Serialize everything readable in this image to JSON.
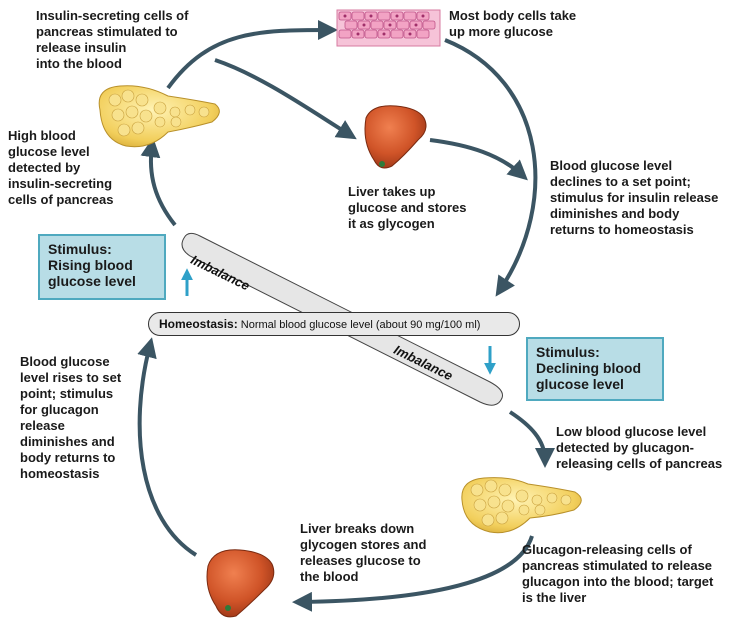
{
  "labels": {
    "insulin_secreting": "Insulin-secreting cells of\npancreas stimulated to\nrelease insulin\ninto the blood",
    "body_cells": "Most body cells take\nup more glucose",
    "high_glucose": "High blood\nglucose level\ndetected by\ninsulin-secreting\ncells of pancreas",
    "liver_takes_up": "Liver takes up\nglucose and stores\nit as glycogen",
    "declines": "Blood glucose level\ndeclines to a set point;\nstimulus for insulin release\ndiminishes and body\nreturns to homeostasis",
    "rises": "Blood glucose\nlevel rises to set\npoint; stimulus\nfor glucagon\nrelease\ndiminishes and\nbody returns to\nhomeostasis",
    "low_glucose": "Low blood glucose level\ndetected by glucagon-\nreleasing cells of pancreas",
    "liver_breaks_down": "Liver breaks down\nglycogen stores and\nreleases glucose to\nthe blood",
    "glucagon_releasing": "Glucagon-releasing cells of\npancreas stimulated to release\nglucagon into the blood; target\nis the liver"
  },
  "stimulus_rising": "Stimulus:\nRising blood\nglucose level",
  "stimulus_declining": "Stimulus:\nDeclining blood\nglucose level",
  "homeostasis": {
    "title": "Homeostasis:",
    "text": " Normal blood glucose level (about 90 mg/100 ml)"
  },
  "imbalance_top": "Imbalance",
  "imbalance_bottom": "Imbalance",
  "colors": {
    "arrow": "#3b5563",
    "stimulus_arrow": "#2fa0c8",
    "stimulus_fill": "#b8dde6",
    "stimulus_border": "#4fa9bf",
    "liver": "#c8502a",
    "pancreas": "#f3d46a",
    "cells": "#f2a3c4"
  },
  "icons": [
    "pancreas-icon",
    "liver-icon",
    "body-cells-icon"
  ]
}
